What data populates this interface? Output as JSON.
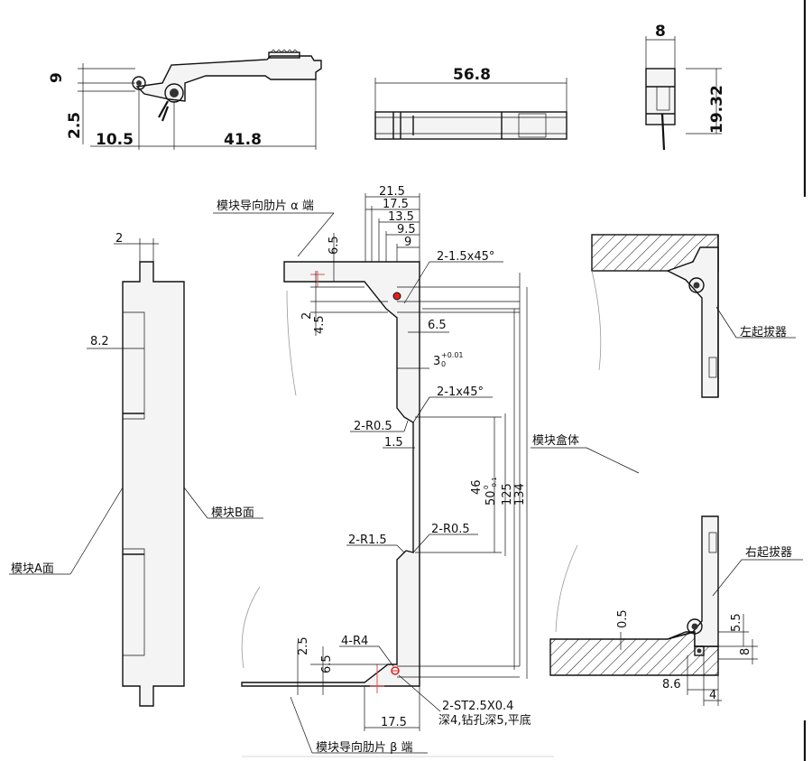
{
  "top_views": {
    "side": {
      "dims": [
        "9",
        "2.5",
        "10.5",
        "41.8"
      ]
    },
    "front": {
      "dims": [
        "56.8"
      ]
    },
    "end": {
      "dims": [
        "8",
        "19.32"
      ]
    }
  },
  "left_view": {
    "dims": [
      "2",
      "8.2"
    ],
    "labels": {
      "face_a": "模块A面",
      "face_b": "模块B面"
    }
  },
  "middle_view": {
    "top_widths": [
      "21.5",
      "17.5",
      "13.5",
      "9.5",
      "9"
    ],
    "dims": [
      "6.5",
      "2",
      "4.5",
      "6.5",
      "3",
      "1.5",
      "46",
      "50",
      "125",
      "134",
      "2.5",
      "6.5",
      "17.5"
    ],
    "tolerance": {
      "upper": "+0.01",
      "lower": "0"
    },
    "tolerance_50": {
      "upper": "0",
      "lower": "-0.1"
    },
    "notes": [
      "2-1.5x45°",
      "2-1x45°",
      "2-R0.5",
      "2-R1.5",
      "2-R0.5",
      "4-R4",
      "2-ST2.5X0.4",
      "深4,钻孔深5,平底"
    ],
    "labels": {
      "rib_a": "模块导向肋片 α 端",
      "rib_b": "模块导向肋片 β 端"
    }
  },
  "right_view": {
    "dims": [
      "0.5",
      "5.5",
      "8",
      "8.6",
      "4"
    ],
    "labels": {
      "left_puller": "左起拔器",
      "box": "模块盒体",
      "right_puller": "右起拔器"
    }
  },
  "colors": {
    "line": "#111111",
    "marker": "#e02020",
    "guide": "#e05050"
  }
}
